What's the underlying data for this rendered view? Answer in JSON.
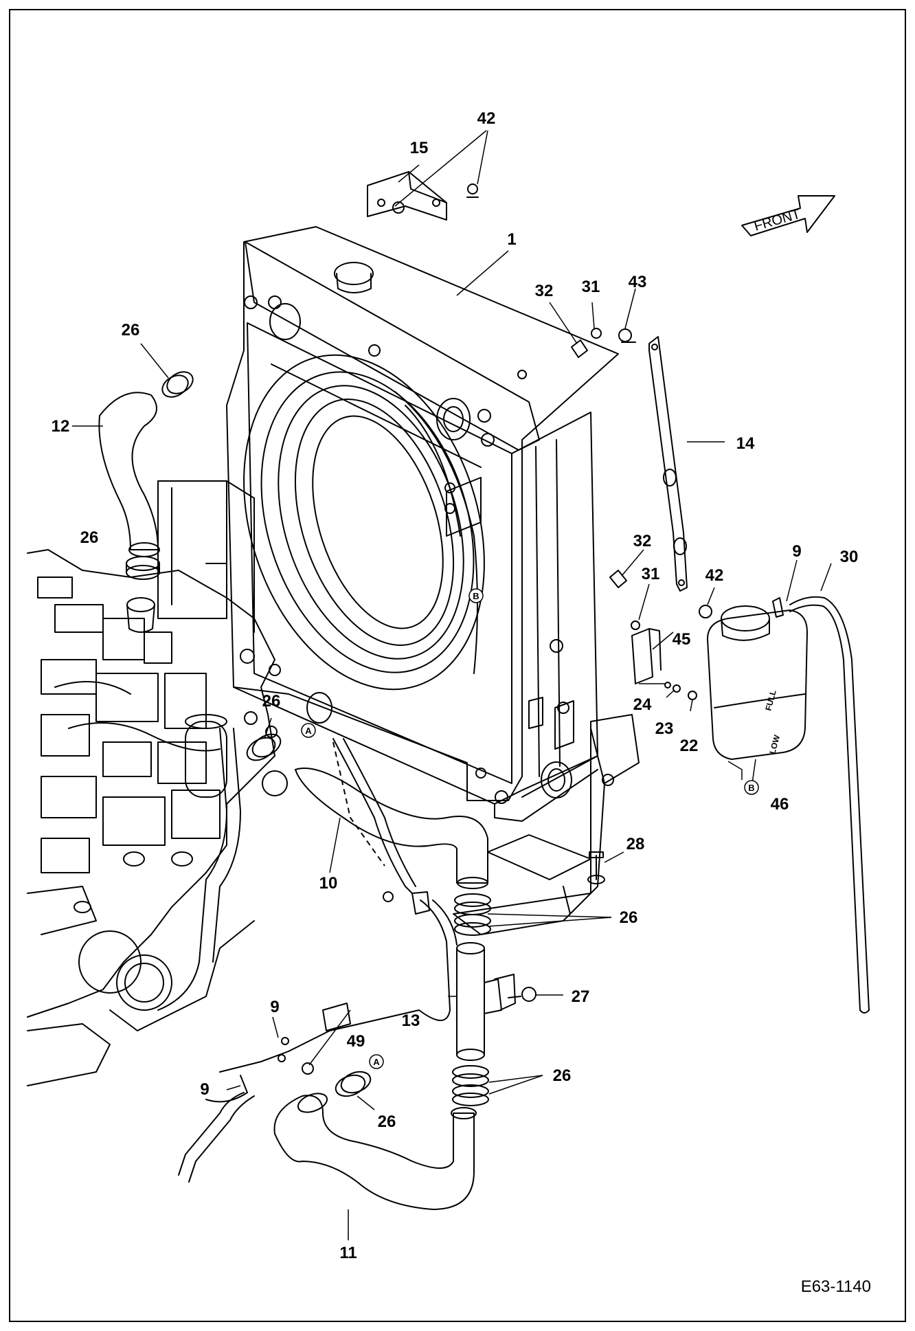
{
  "figure_id": "E63-1140",
  "direction_label": "FRONT",
  "reservoir_marks": {
    "full": "FULL",
    "low": "LOW"
  },
  "connection_markers": [
    "A",
    "A",
    "B",
    "B"
  ],
  "callouts": [
    "42",
    "15",
    "1",
    "32",
    "31",
    "43",
    "26",
    "12",
    "14",
    "26",
    "32",
    "31",
    "42",
    "9",
    "30",
    "45",
    "24",
    "23",
    "22",
    "26",
    "46",
    "28",
    "10",
    "26",
    "27",
    "9",
    "13",
    "49",
    "9",
    "26",
    "26",
    "11"
  ]
}
